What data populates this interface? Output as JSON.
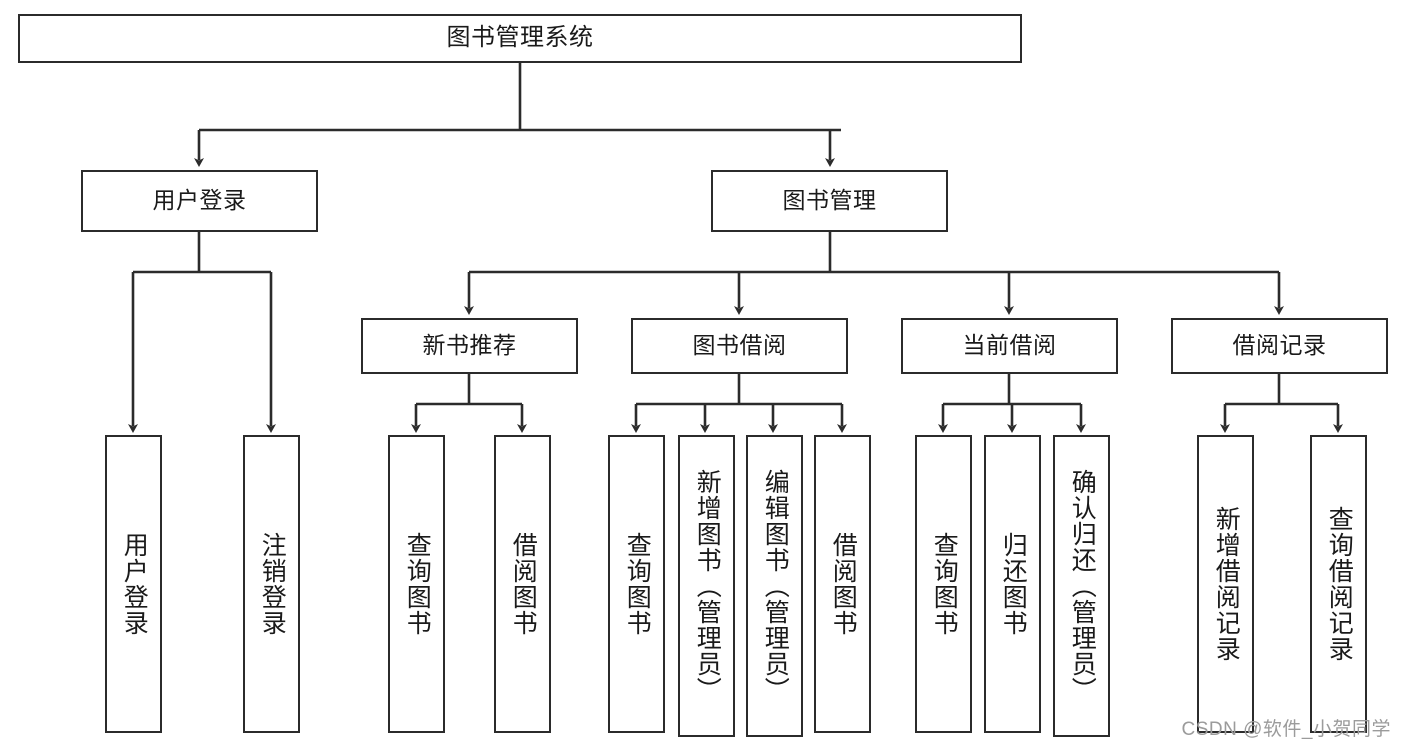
{
  "diagram": {
    "title": "图书管理系统",
    "type": "tree",
    "orientation": "top-down",
    "colors": {
      "background": "#ffffff",
      "node_border": "#2b2b2b",
      "node_fill": "#ffffff",
      "edge": "#2b2b2b",
      "text": "#1a1a1a",
      "watermark": "#9b9b9b"
    }
  },
  "watermark": "CSDN @软件_小贺同学",
  "nodes": {
    "root": {
      "label": "图书管理系统",
      "level": 1
    },
    "level2": [
      {
        "id": "user-login",
        "label": "用户登录"
      },
      {
        "id": "book-manage",
        "label": "图书管理"
      }
    ],
    "level3": [
      {
        "id": "new-book-recommend",
        "label": "新书推荐"
      },
      {
        "id": "book-borrow",
        "label": "图书借阅"
      },
      {
        "id": "current-borrow",
        "label": "当前借阅"
      },
      {
        "id": "borrow-record",
        "label": "借阅记录"
      }
    ],
    "leaves": {
      "user_login": [
        {
          "id": "leaf-user-login",
          "label": "用户登录"
        },
        {
          "id": "leaf-logout-login",
          "label": "注销登录"
        }
      ],
      "new_book_recommend": [
        {
          "id": "leaf-query-book-1",
          "label": "查询图书"
        },
        {
          "id": "leaf-borrow-book-1",
          "label": "借阅图书"
        }
      ],
      "book_borrow": [
        {
          "id": "leaf-query-book-2",
          "label": "查询图书"
        },
        {
          "id": "leaf-add-book",
          "label": "新增图书（管理员）"
        },
        {
          "id": "leaf-edit-book",
          "label": "编辑图书（管理员）"
        },
        {
          "id": "leaf-borrow-book-2",
          "label": "借阅图书"
        }
      ],
      "current_borrow": [
        {
          "id": "leaf-query-book-3",
          "label": "查询图书"
        },
        {
          "id": "leaf-return-book",
          "label": "归还图书"
        },
        {
          "id": "leaf-confirm-return",
          "label": "确认归还（管理员）"
        }
      ],
      "borrow_record": [
        {
          "id": "leaf-add-record",
          "label": "新增借阅记录"
        },
        {
          "id": "leaf-query-record",
          "label": "查询借阅记录"
        }
      ]
    }
  }
}
